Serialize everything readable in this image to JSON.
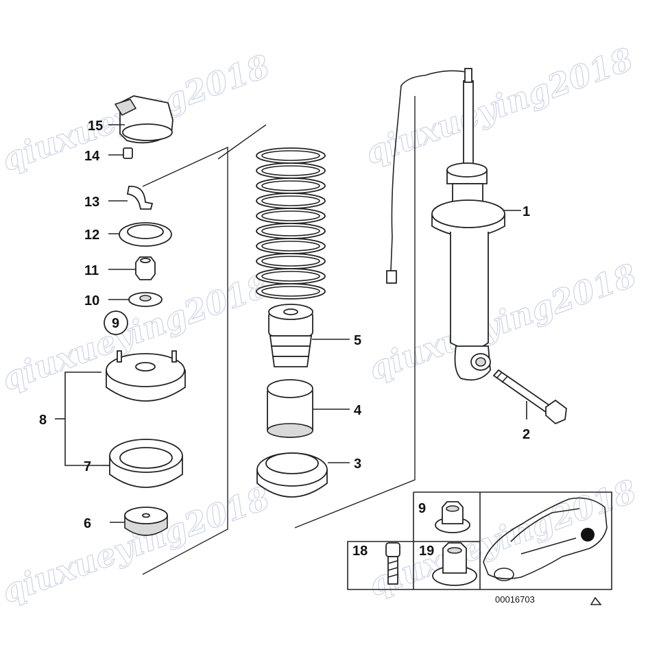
{
  "callouts": {
    "c1": "1",
    "c2": "2",
    "c3": "3",
    "c4": "4",
    "c5": "5",
    "c6": "6",
    "c7": "7",
    "c8": "8",
    "c9": "9",
    "c10": "10",
    "c11": "11",
    "c12": "12",
    "c13": "13",
    "c14": "14",
    "c15": "15"
  },
  "inset": {
    "c9": "9",
    "c18": "18",
    "c19": "19"
  },
  "part_number": "00016703",
  "watermark": "qiuxueying2018"
}
